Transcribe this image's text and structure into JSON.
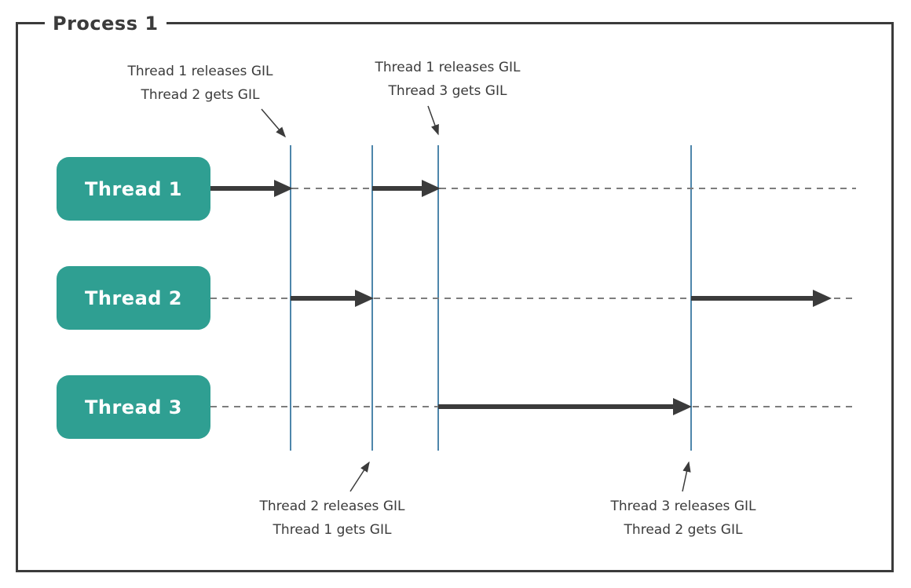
{
  "process": {
    "label": "Process 1"
  },
  "threads": [
    {
      "label": "Thread 1"
    },
    {
      "label": "Thread 2"
    },
    {
      "label": "Thread 3"
    }
  ],
  "annotations": {
    "top_left": {
      "line1": "Thread 1 releases GIL",
      "line2": "Thread 2 gets GIL"
    },
    "top_right": {
      "line1": "Thread 1 releases GIL",
      "line2": "Thread 3 gets GIL"
    },
    "bottom_left": {
      "line1": "Thread 2 releases GIL",
      "line2": "Thread 1 gets GIL"
    },
    "bottom_right": {
      "line1": "Thread 3 releases GIL",
      "line2": "Thread 2 gets GIL"
    }
  },
  "colors": {
    "thread_box": "#2f9f92",
    "thread_label_text": "#ffffff",
    "gil_handoff_line": "#4e86ab",
    "execution_arrow": "#3b3b3b",
    "idle_timeline_dash": "#7d7d7d",
    "process_border": "#3b3b3b",
    "text": "#3b3b3b",
    "background": "#ffffff"
  }
}
